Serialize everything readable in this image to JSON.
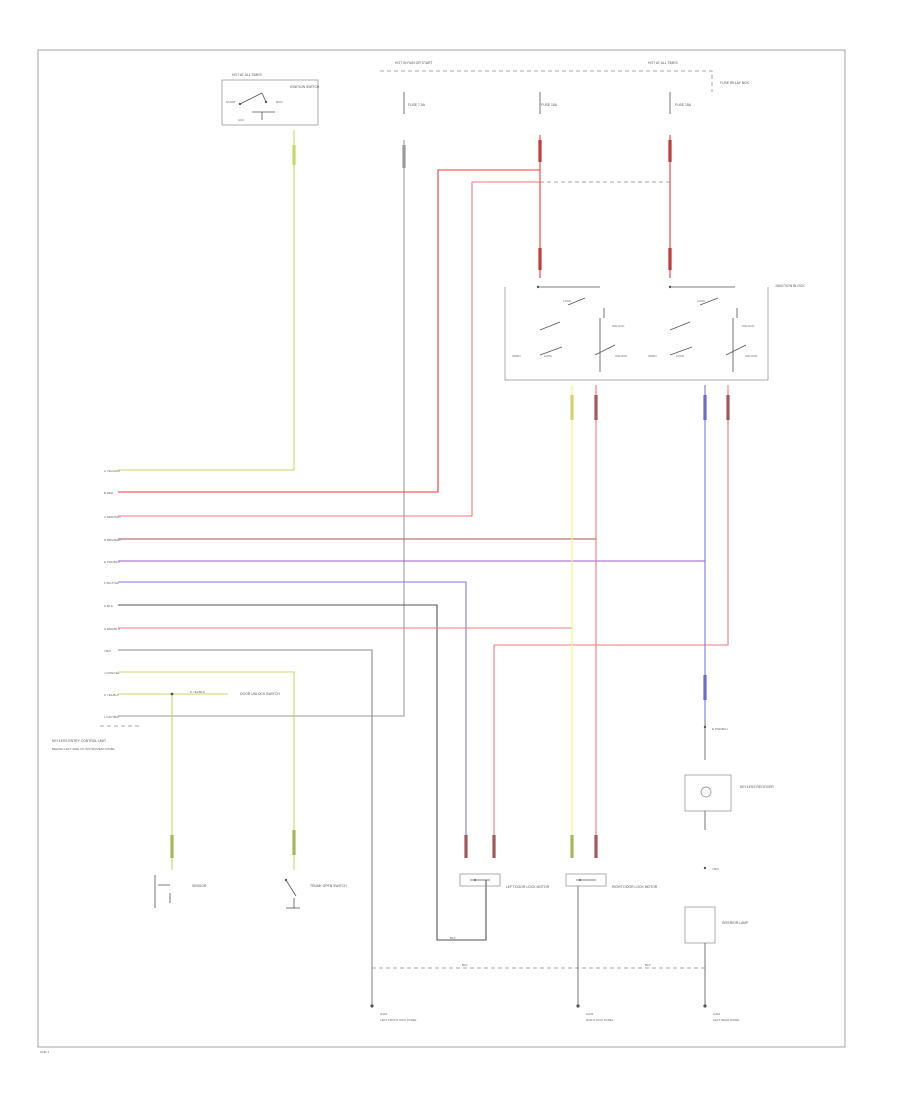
{
  "colors": {
    "ylw_grn": "#c4d86a",
    "red": "#f03a3a",
    "pink": "#f6a8a8",
    "brown_red": "#a5565a",
    "purple": "#9c5ccb",
    "blue": "#7878ee",
    "black": "#555555",
    "yellow": "#f5f27a",
    "gray": "#9a9a9a"
  },
  "labels": {
    "ignition_switch_box": "HOT AT ALL TIMES",
    "ignition_switch_name": "IGNITION SWITCH",
    "ign_pos_start": "START",
    "ign_pos_acc": "ACC",
    "ign_pos_run": "RUN",
    "hot_in_run_start": "HOT IN RUN OR START",
    "hot_at_all_times_right": "HOT AT ALL TIMES",
    "fuse_small": "FUSE 7.5A",
    "fuse_left": "FUSE 15A",
    "fuse_right": "FUSE 15A",
    "fuse_box_name": "FUSE RELAY BOX",
    "junction_box_name": "JUNCTION BLOCK",
    "switch_lock": "LOCK",
    "switch_unlock": "UNLOCK",
    "switch_open": "OPEN",
    "module_name": "KEYLESS ENTRY CONTROL UNIT",
    "mod_sub": "BEHIND LEFT SIDE OF INSTRUMENT PANEL",
    "pin_a": "A YEL/GRN",
    "pin_b": "B RED",
    "pin_c": "C RED/WHT",
    "pin_d": "D BRN/RED",
    "pin_e": "E PNK/BLU",
    "pin_f": "F BLU/YEL",
    "pin_g": "G BLK",
    "pin_h": "H RED/BLU",
    "pin_i": "I BLK",
    "pin_j": "J GRN/YEL",
    "pin_k": "K YEL/BLK",
    "pin_l": "L GRY/BLK",
    "unlatch_switch": "DOOR UNLOCK SWITCH",
    "sensor_switch": "SENSOR",
    "trunk_switch": "TRUNK OPEN SWITCH",
    "motor_left": "LEFT DOOR LOCK MOTOR",
    "motor_right": "RIGHT DOOR LOCK MOTOR",
    "receiver": "KEYLESS RECEIVER",
    "lamp": "INTERIOR LAMP",
    "g1": "G101",
    "g2": "G202",
    "g3": "G401",
    "gnd1_desc": "LEFT FRONT KICK PANEL",
    "gnd2_desc": "RIGHT KICK PANEL",
    "gnd3_desc": "LEFT REAR PANEL",
    "blk_tag_1": "BLK",
    "blk_tag_2": "BLK",
    "blk_tag_3": "BLK",
    "footer": "GND 1"
  }
}
